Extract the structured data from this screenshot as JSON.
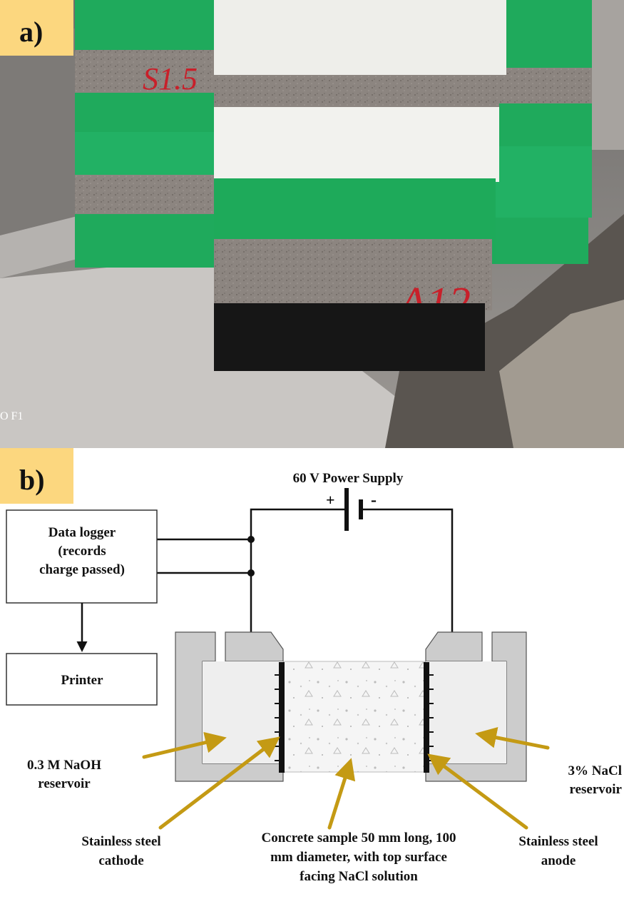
{
  "panel_a": {
    "letter": "a)",
    "sample_marks": [
      "S1.5",
      "A12"
    ],
    "camera_mark": "O F1"
  },
  "panel_b": {
    "letter": "b)",
    "power_supply": {
      "title": "60 V Power Supply",
      "plus": "+",
      "minus": "-"
    },
    "data_logger": {
      "lines": [
        "Data logger",
        "(records",
        "charge passed)"
      ]
    },
    "printer": "Printer",
    "naoh_reservoir": [
      "0.3 M NaOH",
      "reservoir"
    ],
    "nacl_reservoir": [
      "3% NaCl",
      "reservoir"
    ],
    "cathode": [
      "Stainless steel",
      "cathode"
    ],
    "anode": [
      "Stainless steel",
      "anode"
    ],
    "sample": [
      "Concrete sample 50 mm long, 100",
      "mm diameter, with top surface",
      "facing NaCl solution"
    ]
  },
  "colors": {
    "label_bg": "#fcd77f",
    "arrow": "#c49a14",
    "cell_gray": "#cccccc",
    "reservoir_fill": "#eeeeee",
    "tape_green": "#1faa5c",
    "tape_black": "#161616",
    "concrete": "#8c8580"
  }
}
